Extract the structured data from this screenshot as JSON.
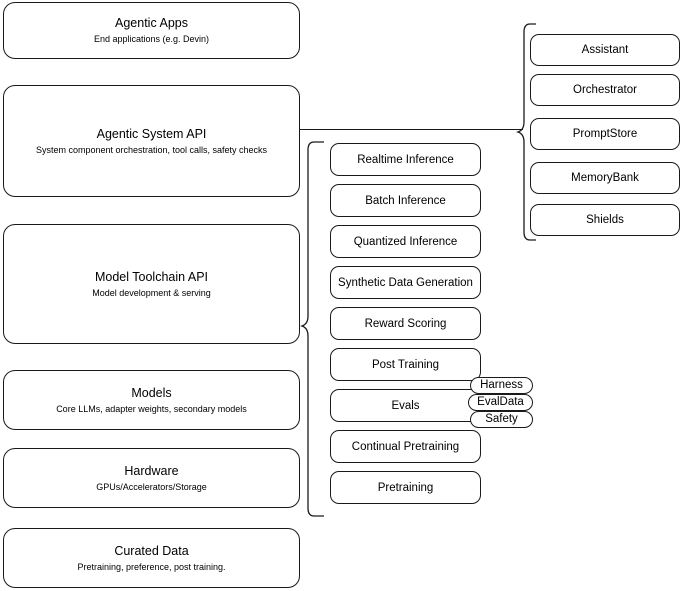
{
  "diagram": {
    "title": "Agentic AI stack layers",
    "stroke_color": "#1a1a1a",
    "background_color": "#ffffff",
    "layers": [
      {
        "id": "agentic-apps",
        "title": "Agentic Apps",
        "subtitle": "End applications (e.g. Devin)"
      },
      {
        "id": "agentic-system-api",
        "title": "Agentic System API",
        "subtitle": "System component orchestration, tool calls, safety checks"
      },
      {
        "id": "model-toolchain-api",
        "title": "Model Toolchain API",
        "subtitle": "Model development & serving"
      },
      {
        "id": "models",
        "title": "Models",
        "subtitle": "Core LLMs, adapter weights, secondary models"
      },
      {
        "id": "hardware",
        "title": "Hardware",
        "subtitle": "GPUs/Accelerators/Storage"
      },
      {
        "id": "curated-data",
        "title": "Curated Data",
        "subtitle": "Pretraining, preference, post training."
      }
    ],
    "toolchain_items": [
      {
        "id": "realtime-inference",
        "label": "Realtime Inference"
      },
      {
        "id": "batch-inference",
        "label": "Batch Inference"
      },
      {
        "id": "quantized-inference",
        "label": "Quantized Inference"
      },
      {
        "id": "synthetic-data-generation",
        "label": "Synthetic Data Generation"
      },
      {
        "id": "reward-scoring",
        "label": "Reward Scoring"
      },
      {
        "id": "post-training",
        "label": "Post Training"
      },
      {
        "id": "evals",
        "label": "Evals"
      },
      {
        "id": "continual-pretraining",
        "label": "Continual Pretraining"
      },
      {
        "id": "pretraining",
        "label": "Pretraining"
      }
    ],
    "system_items": [
      {
        "id": "assistant",
        "label": "Assistant"
      },
      {
        "id": "orchestrator",
        "label": "Orchestrator"
      },
      {
        "id": "promptstore",
        "label": "PromptStore"
      },
      {
        "id": "memorybank",
        "label": "MemoryBank"
      },
      {
        "id": "shields",
        "label": "Shields"
      }
    ],
    "evals_badges": [
      {
        "id": "harness",
        "label": "Harness"
      },
      {
        "id": "evaldata",
        "label": "EvalData"
      },
      {
        "id": "safety",
        "label": "Safety"
      }
    ]
  }
}
